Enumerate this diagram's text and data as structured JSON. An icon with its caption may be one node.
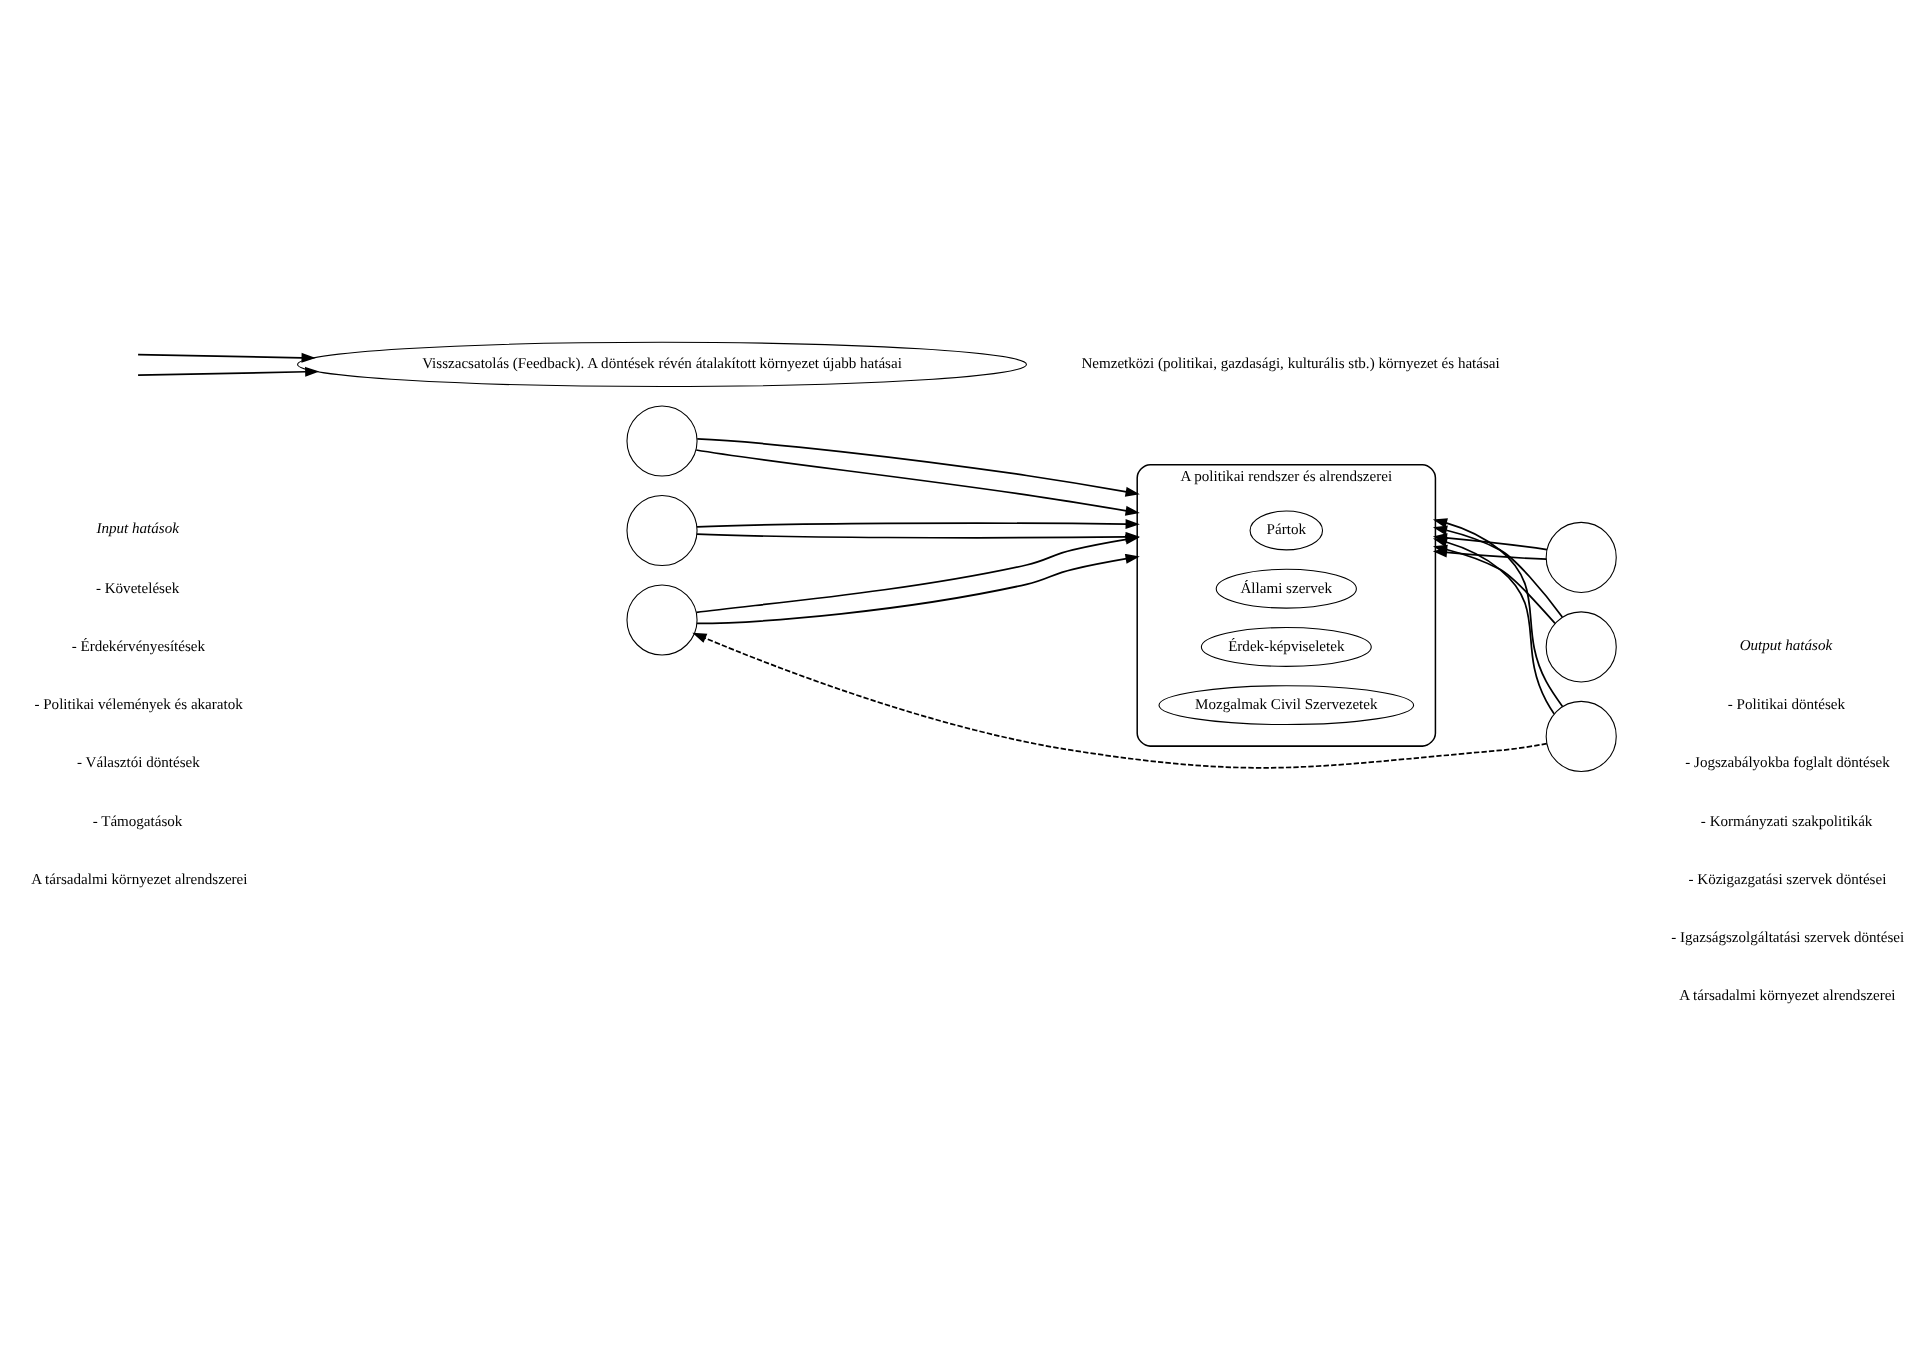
{
  "diagram": {
    "nodes": [
      {
        "text": [
          "A politikai rendszer és alrendszerei"
        ]
      },
      {
        "text": [
          "Pártok"
        ],
        "in": 0
      },
      {
        "text": [
          "Állami szervek"
        ],
        "in": 0
      },
      {
        "text": [
          "Érdek-képviseletek"
        ],
        "in": 0
      },
      {
        "text": [
          "Mozgalmak Civil Szervezetek"
        ],
        "in": 0
      },
      {
        "text": [],
        "shape": "circle"
      },
      {
        "text": [],
        "shape": "circle"
      },
      {
        "text": [],
        "shape": "circle"
      },
      {
        "text": [],
        "shape": "circle"
      },
      {
        "text": [],
        "shape": "circle"
      },
      {
        "text": [],
        "shape": "circle"
      },
      {
        "text": [
          "Visszacsatolás (Feedback). A döntések révén átalakított környezet újabb hatásai"
        ]
      }
    ],
    "edges": [
      {
        "from": 5,
        "to": 0,
        "arrow": "to"
      },
      {
        "from": 5,
        "to": 0,
        "arrow": "to"
      },
      {
        "from": 6,
        "to": 0,
        "arrow": "to"
      },
      {
        "from": 6,
        "to": 0,
        "arrow": "to"
      },
      {
        "from": 7,
        "to": 0,
        "arrow": "to"
      },
      {
        "from": 7,
        "to": 0,
        "arrow": "to"
      },
      {
        "from": 8,
        "to": 0,
        "arrow": "to"
      },
      {
        "from": 8,
        "to": 0,
        "arrow": "to"
      },
      {
        "from": 9,
        "to": 0,
        "arrow": "to"
      },
      {
        "from": 9,
        "to": 0,
        "arrow": "to"
      },
      {
        "from": 10,
        "to": 0,
        "arrow": "to"
      },
      {
        "from": 10,
        "to": 0,
        "arrow": "to"
      },
      {
        "from": 10,
        "to": 7,
        "arrow": "to",
        "style": "dashed"
      },
      {
        "from": null,
        "to": 11,
        "arrow": "to"
      },
      {
        "from": null,
        "to": 11,
        "arrow": "to"
      }
    ],
    "labels": [
      "Input hatások",
      "- Követelések",
      "- Érdekérvényesítések",
      "- Politikai vélemények és akaratok",
      "- Választói döntések",
      "- Támogatások",
      "Output hatások",
      "- Politikai döntések",
      "- Jogszabályokba foglalt döntések",
      "- Kormányzati szakpolitikák",
      "- Közigazgatási szervek döntései",
      "- Igazságszolgáltatási szervek döntései",
      "A társadalmi környezet alrendszerei",
      "A társadalmi környezet alrendszerei",
      "Nemzetközi (politikai, gazdasági, kulturális stb.) környezet és hatásai"
    ]
  }
}
